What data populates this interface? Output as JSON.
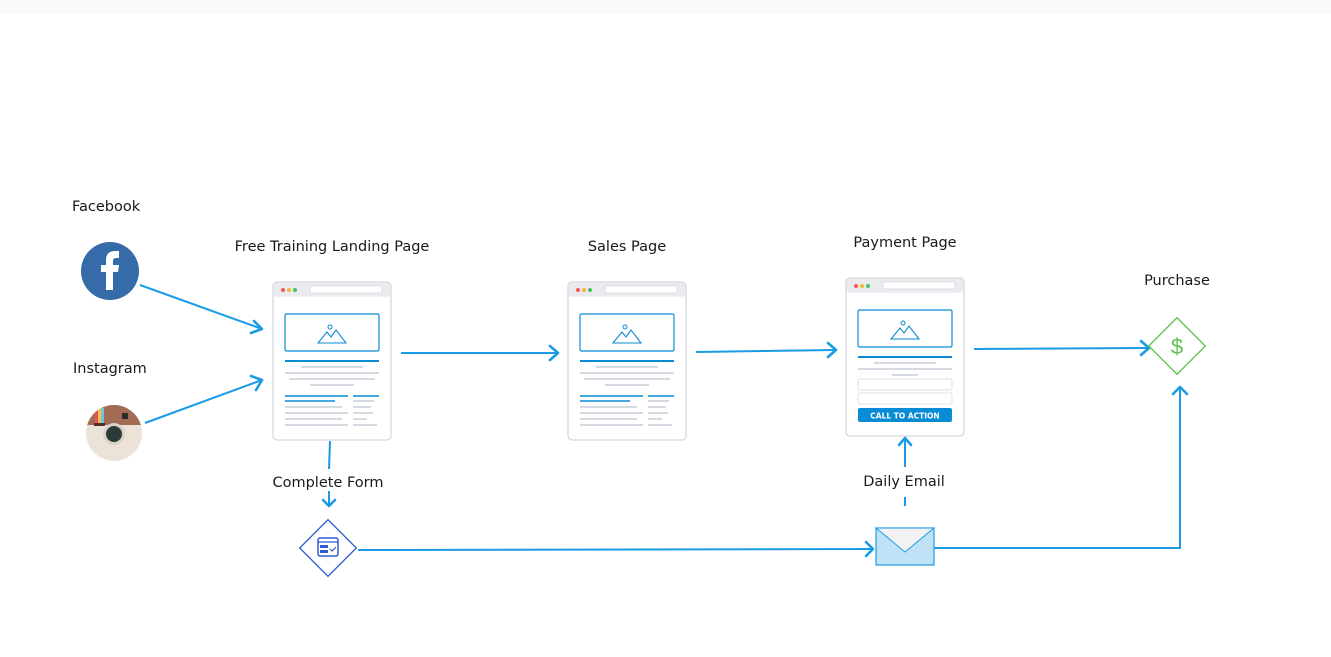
{
  "nodes": {
    "facebook": {
      "label": "Facebook",
      "icon": "facebook-icon",
      "color": "#356ba8"
    },
    "instagram": {
      "label": "Instagram",
      "icon": "instagram-icon"
    },
    "landing": {
      "label": "Free Training Landing Page"
    },
    "sales": {
      "label": "Sales Page"
    },
    "payment": {
      "label": "Payment Page",
      "cta": "CALL TO ACTION"
    },
    "purchase": {
      "label": "Purchase",
      "icon": "dollar-icon",
      "color": "#5cc24a"
    },
    "form": {
      "label": "Complete Form",
      "icon": "form-icon",
      "color": "#2f5bd6"
    },
    "email": {
      "label": "Daily Email",
      "icon": "envelope-icon"
    }
  },
  "colors": {
    "arrow": "#1a9be6",
    "accent": "#0a8bd6"
  }
}
